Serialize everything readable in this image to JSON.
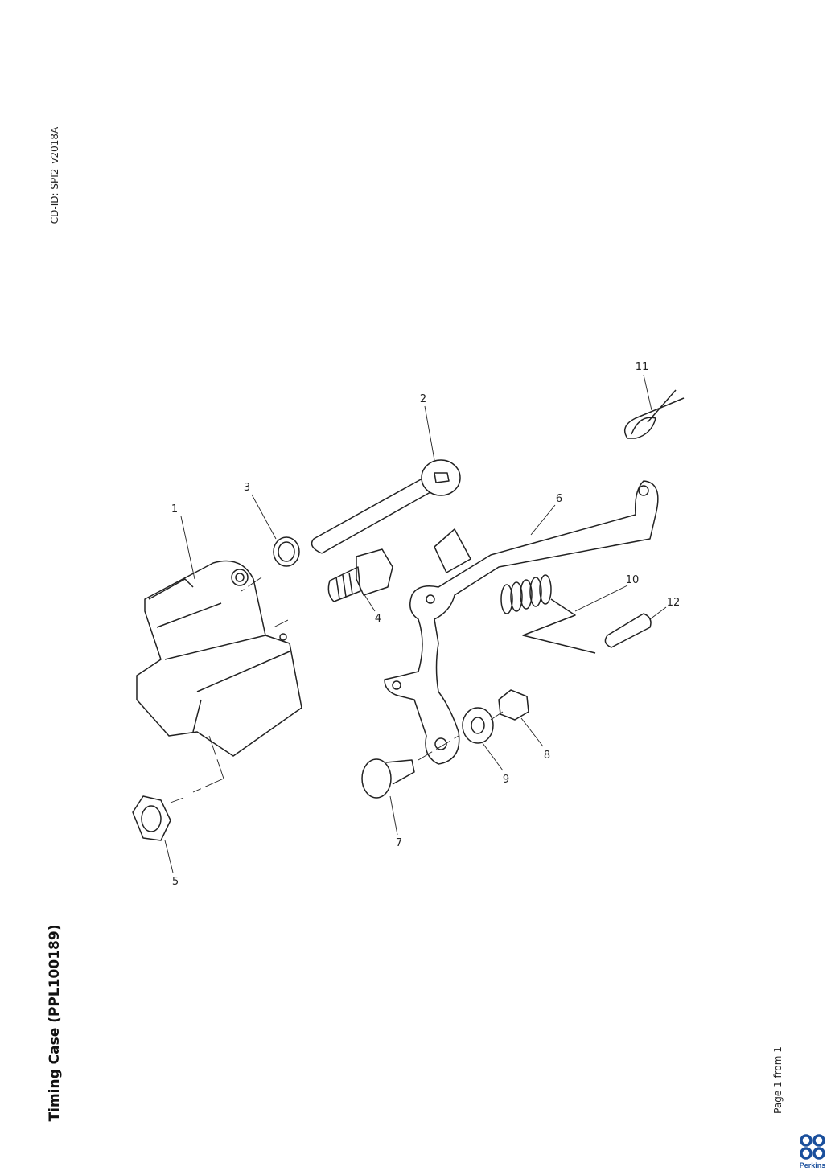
{
  "header": {
    "cd_id": "CD-ID: SPI2_v2018A"
  },
  "document": {
    "title": "Timing Case (PPL100189)"
  },
  "footer": {
    "page_info": "Page 1 from 1",
    "brand": "Perkins"
  },
  "diagram": {
    "callouts": [
      "1",
      "2",
      "3",
      "4",
      "5",
      "6",
      "7",
      "8",
      "9",
      "10",
      "11",
      "12"
    ]
  },
  "colors": {
    "brand": "#1a4f9c",
    "line": "#222222"
  }
}
